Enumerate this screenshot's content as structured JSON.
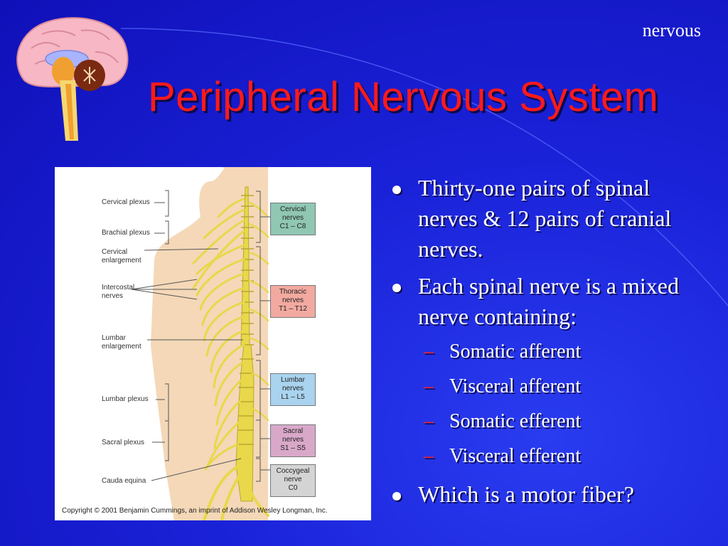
{
  "slide": {
    "section_label": "nervous",
    "title": "Peripheral Nervous System"
  },
  "bullets": [
    {
      "text": "Thirty-one pairs of spinal nerves & 12 pairs of cranial nerves."
    },
    {
      "text": "Each spinal nerve is a mixed nerve containing:"
    },
    {
      "text": "Which is a motor fiber?"
    }
  ],
  "sub_bullets": [
    "Somatic afferent",
    "Visceral afferent",
    "Somatic efferent",
    "Visceral efferent"
  ],
  "figure": {
    "left_labels": {
      "cervical_plexus": "Cervical plexus",
      "brachial_plexus": "Brachial plexus",
      "cervical_enlargement_1": "Cervical",
      "cervical_enlargement_2": "enlargement",
      "intercostal_1": "Intercostal",
      "intercostal_2": "nerves",
      "lumbar_enlargement_1": "Lumbar",
      "lumbar_enlargement_2": "enlargement",
      "lumbar_plexus": "Lumbar plexus",
      "sacral_plexus": "Sacral plexus",
      "cauda_equina": "Cauda equina"
    },
    "boxes": {
      "cervical": {
        "l1": "Cervical",
        "l2": "nerves",
        "l3": "C1 – C8",
        "color": "#8fc7b3"
      },
      "thoracic": {
        "l1": "Thoracic",
        "l2": "nerves",
        "l3": "T1 – T12",
        "color": "#f2a9a0"
      },
      "lumbar": {
        "l1": "Lumbar",
        "l2": "nerves",
        "l3": "L1 – L5",
        "color": "#a9d3ee"
      },
      "sacral": {
        "l1": "Sacral",
        "l2": "nerves",
        "l3": "S1 – S5",
        "color": "#d9a8c9"
      },
      "coccygeal": {
        "l1": "Coccygeal",
        "l2": "nerve",
        "l3": "C0",
        "color": "#d4d4d4"
      }
    },
    "copyright": "Copyright © 2001 Benjamin Cummings, an imprint of Addison Wesley Longman, Inc."
  },
  "colors": {
    "background": "#1a22d8",
    "title": "#ff1a1a",
    "text": "#ffffff",
    "dash": "#ff2020",
    "nerve": "#e8d84a",
    "skin": "#f4d8b8"
  }
}
